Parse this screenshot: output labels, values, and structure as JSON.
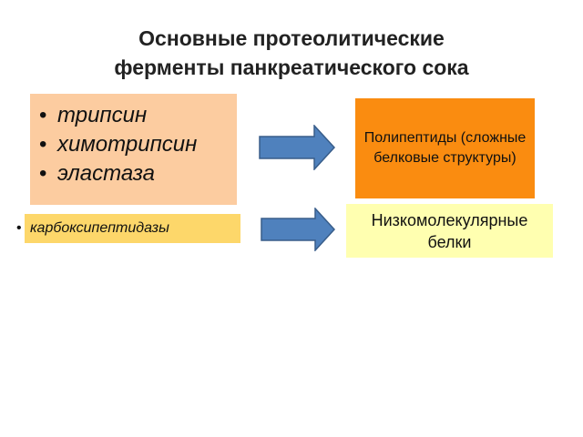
{
  "title": {
    "line1": "Основные протеолитические",
    "line2": "ферменты панкреатического сока"
  },
  "enzymes": {
    "items": [
      "трипсин",
      "химотрипсин",
      "эластаза"
    ],
    "bullet": "•"
  },
  "carboxy": {
    "bullet": "•",
    "label": "карбоксипептидазы"
  },
  "products": {
    "polypeptides": "Полипептиды (сложные белковые структуры)",
    "low_molecular": "Низкомолекулярные белки"
  },
  "colors": {
    "enzyme_box": "#fccca0",
    "carboxy_box": "#fdd76a",
    "poly_box": "#fa8c10",
    "lowmol_box": "#ffffb0",
    "arrow_fill": "#4f81bd",
    "arrow_stroke": "#385d8a"
  },
  "icons": {
    "arrow": "right-arrow-icon"
  }
}
